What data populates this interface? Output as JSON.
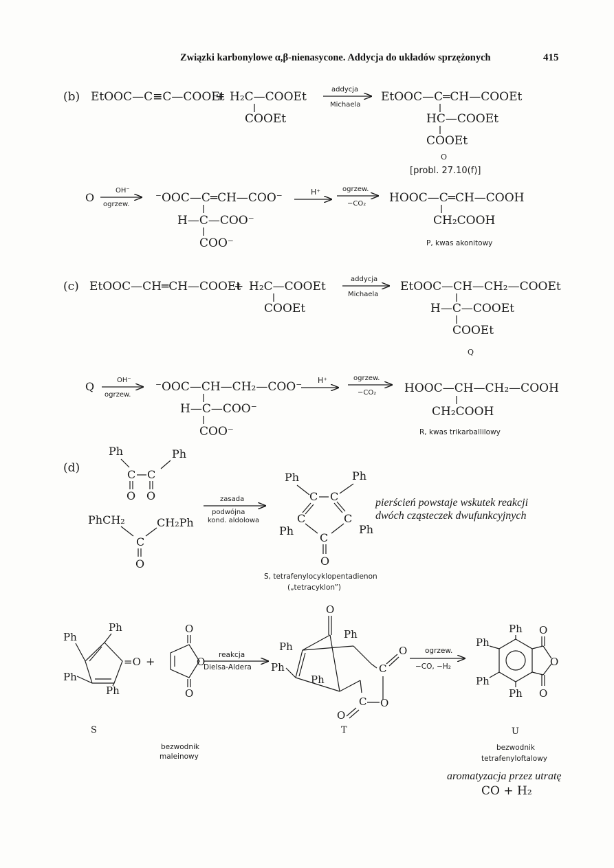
{
  "header": {
    "title": "Związki karbonylowe α,β-nienasycone. Addycja do układów sprzężonych",
    "page_number": "415"
  },
  "b": {
    "label": "(b)",
    "reactant1": "EtOOC—C≡C—COOEt",
    "plus": "+",
    "reactant2_top": "H₂C—COOEt",
    "reactant2_bottom": "COOEt",
    "arrow_top": "addycja",
    "arrow_bottom": "Michaela",
    "product_top": "EtOOC—C═CH—COOEt",
    "product_mid": "HC—COOEt",
    "product_bottom": "COOEt",
    "product_label": "O",
    "product_ref": "[probl. 27.10(f)]",
    "step2_start": "O",
    "step2_arrow_top": "OH⁻",
    "step2_arrow_bottom": "ogrzew.",
    "inter_top": "⁻OOC—C═CH—COO⁻",
    "inter_mid": "H—C—COO⁻",
    "inter_bottom": "COO⁻",
    "acid_arrow": "H⁺",
    "heat_top": "ogrzew.",
    "heat_bottom": "−CO₂",
    "final_top": "HOOC—C═CH—COOH",
    "final_bottom": "CH₂COOH",
    "final_label": "P, kwas akonitowy"
  },
  "c": {
    "label": "(c)",
    "reactant1": "EtOOC—CH═CH—COOEt",
    "plus": "+",
    "reactant2_top": "H₂C—COOEt",
    "reactant2_bottom": "COOEt",
    "arrow_top": "addycja",
    "arrow_bottom": "Michaela",
    "product_top": "EtOOC—CH—CH₂—COOEt",
    "product_mid": "H—C—COOEt",
    "product_bottom": "COOEt",
    "product_label": "Q",
    "step2_start": "Q",
    "step2_arrow_top": "OH⁻",
    "step2_arrow_bottom": "ogrzew.",
    "inter_top": "⁻OOC—CH—CH₂—COO⁻",
    "inter_mid": "H—C—COO⁻",
    "inter_bottom": "COO⁻",
    "acid_arrow": "H⁺",
    "heat_top": "ogrzew.",
    "heat_bottom": "−CO₂",
    "final_top": "HOOC—CH—CH₂—COOH",
    "final_bottom": "CH₂COOH",
    "final_label": "R, kwas trikarballilowy"
  },
  "d": {
    "label": "(d)",
    "ph": "Ph",
    "c": "C",
    "o": "O",
    "phch2": "PhCH₂",
    "ch2ph": "CH₂Ph",
    "arrow_top": "zasada",
    "arrow_mid": "podwójna",
    "arrow_bottom": "kond. aldolowa",
    "note_line1": "pierścień powstaje wskutek reakcji",
    "note_line2": "dwóch cząsteczek dwufunkcyjnych",
    "product_label1": "S, tetrafenylocyklopentadienon",
    "product_label2": "(„tetracyklon”)"
  },
  "e": {
    "ph": "Ph",
    "o": "O",
    "c": "C",
    "plus": "+",
    "eq_o": "=O",
    "arrow1_top": "reakcja",
    "arrow1_bottom": "Dielsa-Aldera",
    "arrow2_top": "ogrzew.",
    "arrow2_bottom": "−CO, −H₂",
    "s_label": "S",
    "t_label": "T",
    "u_label": "U",
    "maleic_line1": "bezwodnik",
    "maleic_line2": "maleinowy",
    "u_name_line1": "bezwodnik",
    "u_name_line2": "tetrafenyloftalowy",
    "arom_line1": "aromatyzacja przez utratę",
    "arom_line2": "CO + H₂"
  }
}
